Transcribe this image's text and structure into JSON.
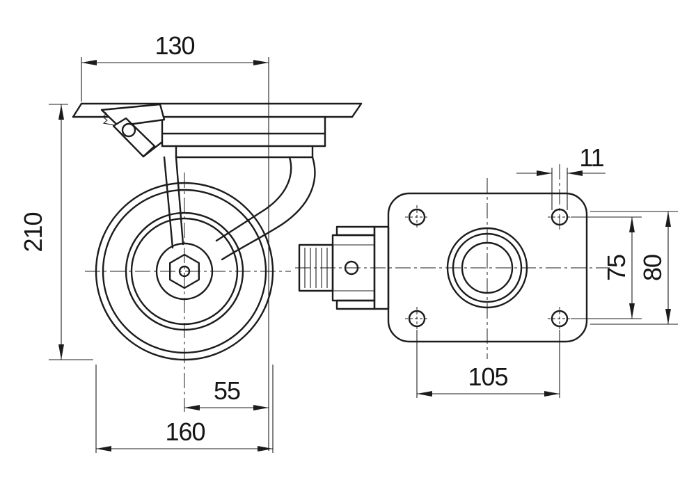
{
  "drawing": {
    "background_color": "#ffffff",
    "line_color": "#1c1c1c"
  },
  "dims": {
    "plate_length": "130",
    "overall_height": "210",
    "swivel_offset": "55",
    "wheel_diameter": "160",
    "bolt_hole_diameter": "11",
    "bolt_spacing_vertical": "75",
    "bolt_spacing_outer": "80",
    "bolt_spacing_horizontal": "105"
  }
}
